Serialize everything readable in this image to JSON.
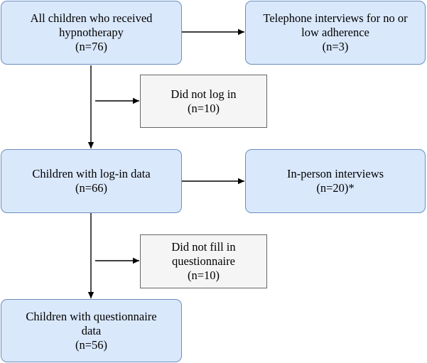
{
  "diagram": {
    "nodes": {
      "all_children": {
        "lines": [
          "All children who received",
          "hypnotherapy",
          "(n=76)"
        ]
      },
      "telephone_interviews": {
        "lines": [
          "Telephone interviews for no or",
          "low adherence",
          "(n=3)"
        ]
      },
      "did_not_log_in": {
        "lines": [
          "Did not log in",
          "(n=10)"
        ]
      },
      "login_data": {
        "lines": [
          "Children with log-in data",
          "(n=66)"
        ]
      },
      "in_person_interviews": {
        "lines": [
          "In-person interviews",
          "(n=20)*"
        ]
      },
      "did_not_fill_questionnaire": {
        "lines": [
          "Did not fill in",
          "questionnaire",
          "(n=10)"
        ]
      },
      "questionnaire_data": {
        "lines": [
          "Children with questionnaire",
          "data",
          "(n=56)"
        ]
      }
    },
    "edges": [
      {
        "from": "all_children",
        "to": "telephone_interviews"
      },
      {
        "from": "all_children",
        "to": "login_data"
      },
      {
        "from": "all_children",
        "to": "did_not_log_in"
      },
      {
        "from": "login_data",
        "to": "in_person_interviews"
      },
      {
        "from": "login_data",
        "to": "questionnaire_data"
      },
      {
        "from": "login_data",
        "to": "did_not_fill_questionnaire"
      }
    ],
    "colors": {
      "primary_fill": "#dae8fc",
      "primary_stroke": "#6c8ebf",
      "exclusion_fill": "#f5f5f5",
      "exclusion_stroke": "#666666",
      "connector": "#000000"
    }
  }
}
